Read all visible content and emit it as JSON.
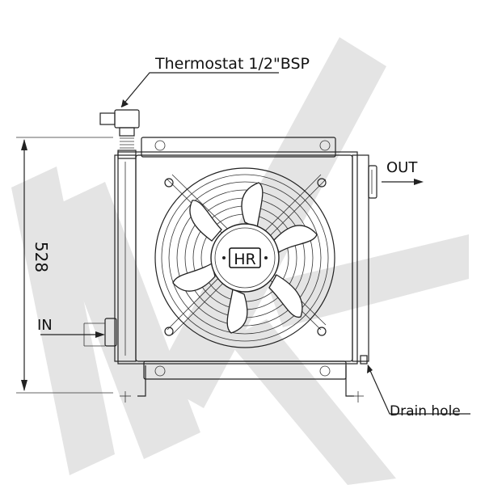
{
  "labels": {
    "thermostat": "Thermostat 1/2\"BSP",
    "out": "OUT",
    "in": "IN",
    "drain": "Drain hole",
    "dimension": "528",
    "fan_badge": "HR"
  },
  "watermark": {
    "color": "#e4e4e4"
  }
}
